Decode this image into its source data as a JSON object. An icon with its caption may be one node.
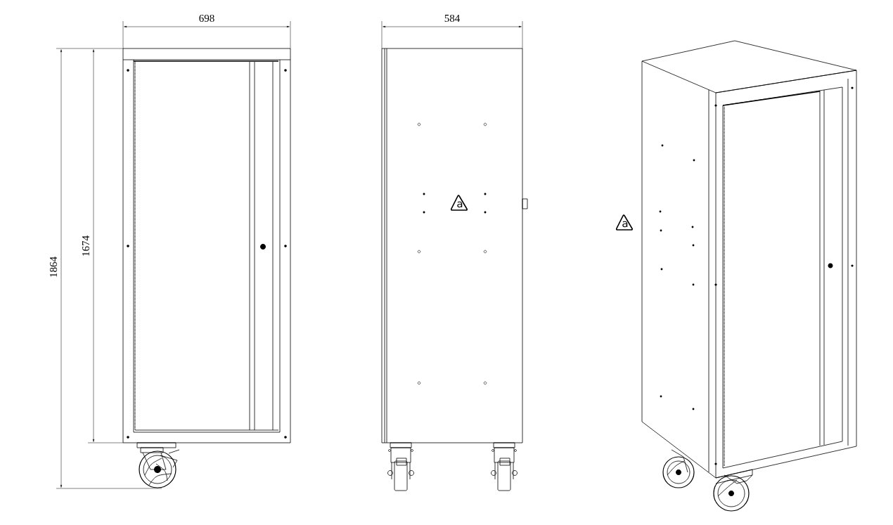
{
  "diagram": {
    "labels": [
      "698",
      "584",
      "a",
      "a",
      "1674",
      "1864"
    ]
  }
}
